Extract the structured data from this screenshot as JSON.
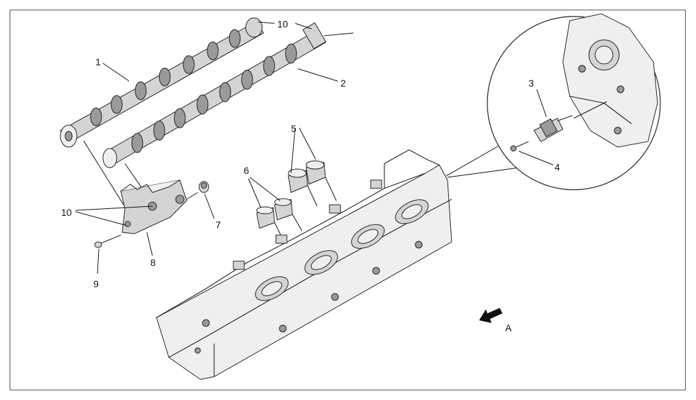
{
  "diagram": {
    "callouts": {
      "c1": "1",
      "c2": "2",
      "c3": "3",
      "c4": "4",
      "c5": "5",
      "c6": "6",
      "c7": "7",
      "c8": "8",
      "c9": "9",
      "c10a": "10",
      "c10b": "10"
    },
    "direction_label": "A"
  },
  "colors": {
    "line": "#222222",
    "part_fill": "#d4d4d4",
    "part_shade": "#9a9a9a",
    "frame": "#555555"
  },
  "icons": [
    "direction-arrow-icon"
  ]
}
